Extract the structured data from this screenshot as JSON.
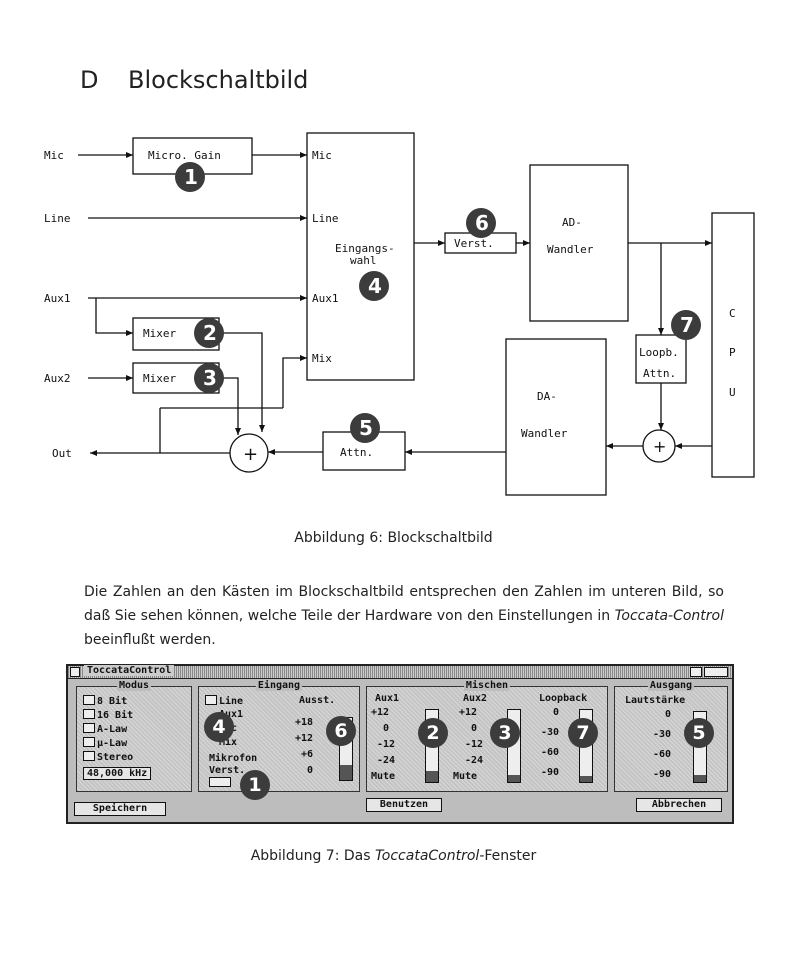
{
  "heading": {
    "letter": "D",
    "title": "Blockschaltbild"
  },
  "diagram": {
    "inputs": {
      "mic": "Mic",
      "line": "Line",
      "aux1": "Aux1",
      "aux2": "Aux2",
      "out": "Out"
    },
    "boxes": {
      "micro_gain": "Micro. Gain",
      "mixer1": "Mixer",
      "mixer2": "Mixer",
      "eingangswahl_line1": "Eingangs-",
      "eingangswahl_line2": "wahl",
      "select_mic": "Mic",
      "select_line": "Line",
      "select_aux1": "Aux1",
      "select_mix": "Mix",
      "verst": "Verst.",
      "ad_line1": "AD-",
      "ad_line2": "Wandler",
      "da_line1": "DA-",
      "da_line2": "Wandler",
      "attn": "Attn.",
      "loopb_line1": "Loopb.",
      "loopb_line2": "Attn.",
      "cpu_c": "C",
      "cpu_p": "P",
      "cpu_u": "U",
      "plus": "+"
    },
    "badges": [
      "1",
      "2",
      "3",
      "4",
      "5",
      "6",
      "7"
    ]
  },
  "caption6": "Abbildung 6: Blockschaltbild",
  "paragraph": {
    "part1": "Die Zahlen an den Kästen im Blockschaltbild entsprechen den Zahlen im unteren Bild, so daß Sie sehen können, welche Teile der Hardware von den Einstellungen in ",
    "italic": "Toccata-Control",
    "part2": " beeinflußt werden."
  },
  "window": {
    "title": "ToccataControl",
    "groups": {
      "modus": "Modus",
      "eingang": "Eingang",
      "mischen": "Mischen",
      "ausgang": "Ausgang"
    },
    "modus_options": [
      "8 Bit",
      "16 Bit",
      "A-Law",
      "µ-Law",
      "Stereo"
    ],
    "frequency": "48,000 kHz",
    "eingang_options": [
      "Line",
      "Aux1",
      "Mic",
      "Mix"
    ],
    "ausst_label": "Ausst.",
    "ausst_scale": [
      "+18",
      "+12",
      "+6",
      "0"
    ],
    "mikrofon_line1": "Mikrofon",
    "mikrofon_line2": "Verst.",
    "aux1_label": "Aux1",
    "aux2_label": "Aux2",
    "loopback_label": "Loopback",
    "aux_scale": [
      "+12",
      "0",
      "-12",
      "-24",
      "Mute"
    ],
    "loop_scale": [
      "0",
      "-30",
      "-60",
      "-90"
    ],
    "lautstaerke_label": "Lautstärke",
    "laut_scale": [
      "0",
      "-30",
      "-60",
      "-90"
    ],
    "buttons": {
      "speichern": "Speichern",
      "benutzen": "Benutzen",
      "abbrechen": "Abbrechen"
    },
    "badges": [
      "4",
      "6",
      "1",
      "2",
      "3",
      "7",
      "5"
    ]
  },
  "caption7": {
    "prefix": "Abbildung 7: Das ",
    "italic": "ToccataControl",
    "suffix": "-Fenster"
  }
}
